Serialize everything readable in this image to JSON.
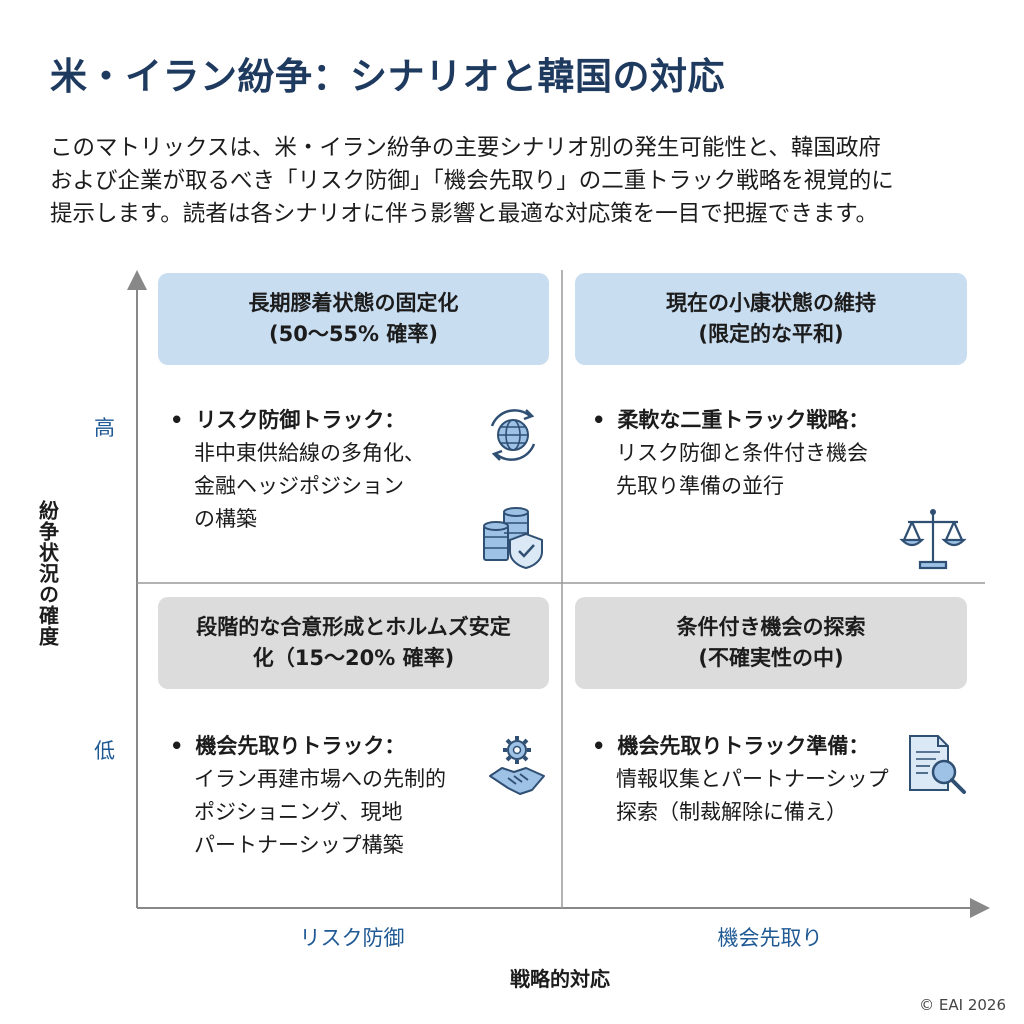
{
  "title": "米・イラン紛争：シナリオと韓国の対応",
  "description": [
    "このマトリックスは、米・イラン紛争の主要シナリオ別の発生可能性と、韓国政府",
    "および企業が取るべき「リスク防御」「機会先取り」の二重トラック戦略を視覚的に",
    "提示します。読者は各シナリオに伴う影響と最適な対応策を一目で把握できます。"
  ],
  "y_axis": {
    "label": "紛争状況の確度",
    "high": "高",
    "low": "低"
  },
  "x_axis": {
    "label": "戦略的対応",
    "left": "リスク防御",
    "right": "機会先取り"
  },
  "quadrants": {
    "top_left": {
      "box": [
        "長期膠着状態の固定化",
        "(50〜55% 確率)"
      ],
      "head": "リスク防御トラック：",
      "lines": [
        "非中東供給線の多角化、",
        "金融ヘッジポジション",
        "の構築"
      ],
      "icons": [
        "globe-refresh-icon",
        "coins-shield-icon"
      ]
    },
    "top_right": {
      "box": [
        "現在の小康状態の維持",
        "(限定的な平和)"
      ],
      "head": "柔軟な二重トラック戦略：",
      "lines": [
        "リスク防御と条件付き機会",
        "先取り準備の並行"
      ],
      "icons": [
        "balance-scale-icon"
      ]
    },
    "bottom_left": {
      "box": [
        "段階的な合意形成とホルムズ安定",
        "化（15〜20% 確率)"
      ],
      "head": "機会先取りトラック：",
      "lines": [
        "イラン再建市場への先制的",
        "ポジショニング、現地",
        "パートナーシップ構築"
      ],
      "icons": [
        "handshake-gear-icon"
      ]
    },
    "bottom_right": {
      "box": [
        "条件付き機会の探索",
        "(不確実性の中)"
      ],
      "head": "機会先取りトラック準備：",
      "lines": [
        "情報収集とパートナーシップ",
        "探索（制裁解除に備え）"
      ],
      "icons": [
        "document-search-icon"
      ]
    }
  },
  "colors": {
    "title": "#1f3a5f",
    "accent": "#1f5a94",
    "box_blue": "#c9ddf1",
    "box_gray": "#dcdcdc"
  },
  "copyright": "© EAI 2026"
}
